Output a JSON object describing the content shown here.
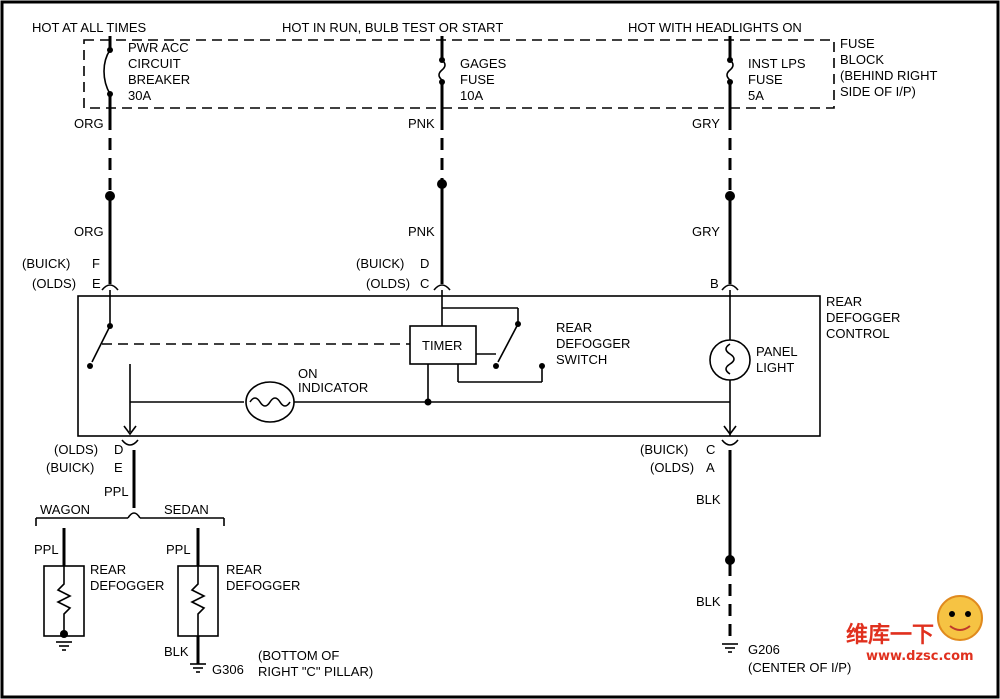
{
  "header": {
    "hot_at_all_times": "HOT AT ALL TIMES",
    "hot_in_run": "HOT IN RUN, BULB TEST OR START",
    "hot_with_headlights": "HOT WITH HEADLIGHTS ON"
  },
  "fuse_block": {
    "label": [
      "FUSE",
      "BLOCK",
      "(BEHIND RIGHT",
      "SIDE OF I/P)"
    ],
    "breaker": [
      "PWR ACC",
      "CIRCUIT",
      "BREAKER",
      "30A"
    ],
    "gages_fuse": [
      "GAGES",
      "FUSE",
      "10A"
    ],
    "inst_fuse": [
      "INST LPS",
      "FUSE",
      "5A"
    ]
  },
  "wires": {
    "org": "ORG",
    "pnk": "PNK",
    "gry": "GRY",
    "ppl": "PPL",
    "blk": "BLK"
  },
  "connectors": {
    "buick": "(BUICK)",
    "olds": "(OLDS)",
    "left_top": [
      "F",
      "E"
    ],
    "mid_top": [
      "D",
      "C"
    ],
    "right_top": "B",
    "left_bottom": [
      "D",
      "E"
    ],
    "right_bottom": [
      "C",
      "A"
    ]
  },
  "control": {
    "label": [
      "REAR",
      "DEFOGGER",
      "CONTROL"
    ],
    "timer": "TIMER",
    "switch": [
      "REAR",
      "DEFOGGER",
      "SWITCH"
    ],
    "on_indicator": [
      "ON",
      "INDICATOR"
    ],
    "panel_light": [
      "PANEL",
      "LIGHT"
    ]
  },
  "loads": {
    "wagon": "WAGON",
    "sedan": "SEDAN",
    "rear_defogger": [
      "REAR",
      "DEFOGGER"
    ]
  },
  "grounds": {
    "g306": "G306",
    "g306_note": [
      "(BOTTOM OF",
      "RIGHT \"C\" PILLAR)"
    ],
    "g206": "G206",
    "g206_note": "(CENTER OF I/P)"
  },
  "watermark": {
    "chars": "维库一下",
    "url": "www.dzsc.com"
  },
  "colors": {
    "ink": "#000000",
    "watermark": "#e0301e"
  }
}
